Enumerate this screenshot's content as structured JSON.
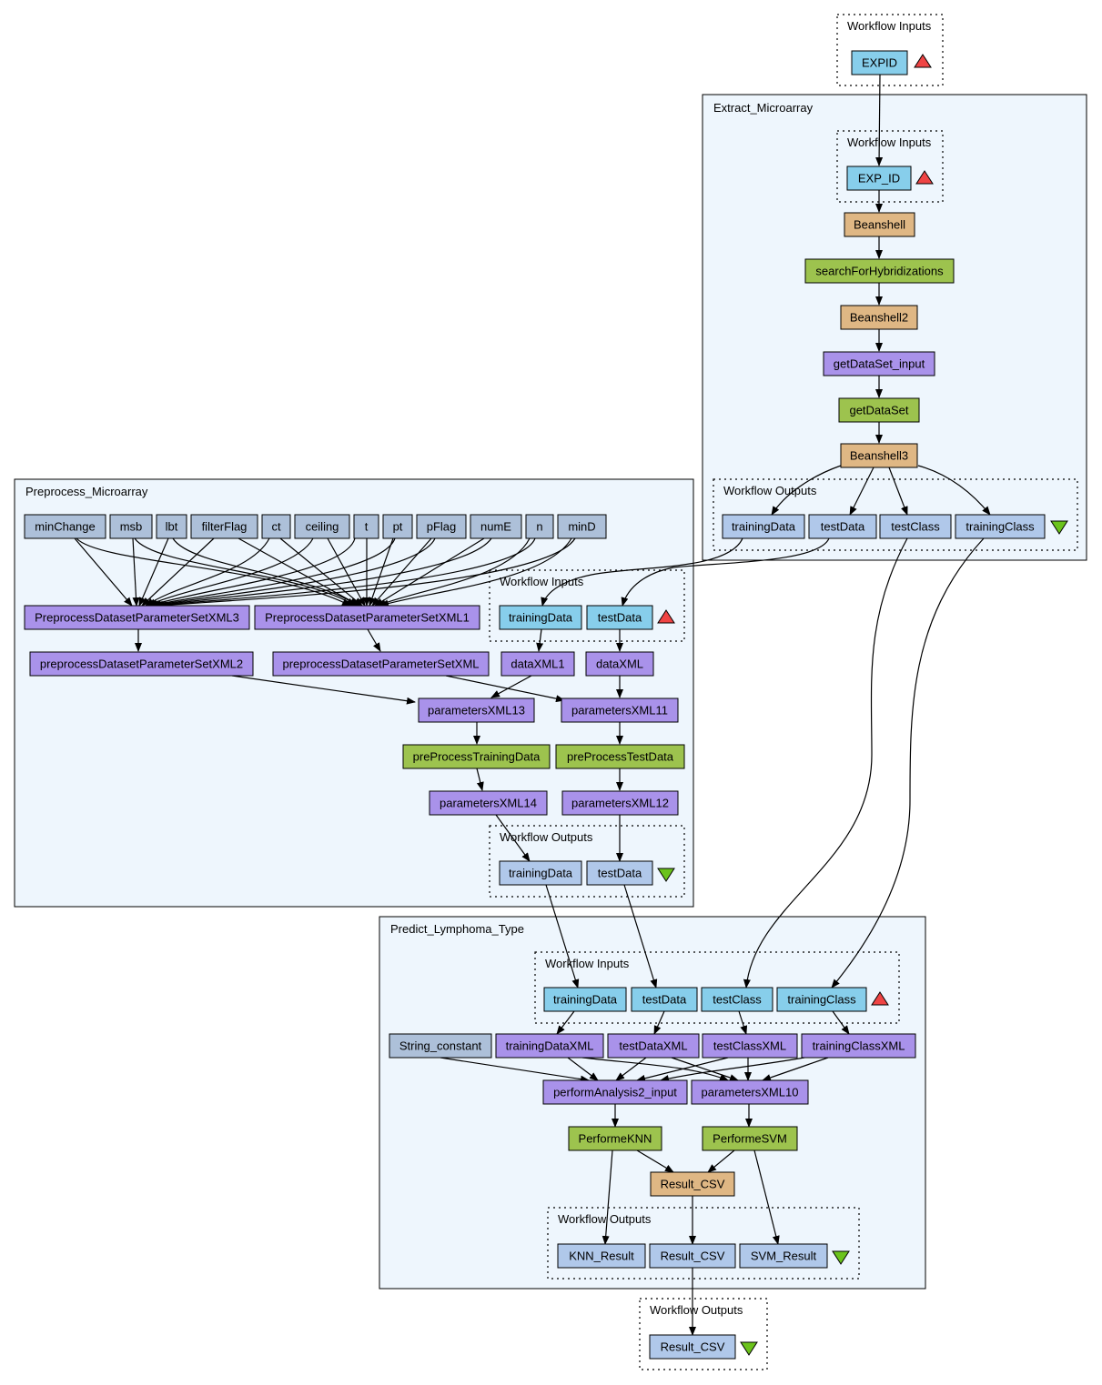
{
  "colors": {
    "input_port": "#87ceeb",
    "output_port": "#b0c8ea",
    "constant": "#adc0d9",
    "xml": "#a992ea",
    "service": "#9dc34e",
    "beanshell": "#dfb784",
    "cluster_fill": "#eef6fd",
    "input_marker": "#ef4444",
    "output_marker": "#6bc31b"
  },
  "top_inputs": {
    "title": "Workflow Inputs",
    "expid": "EXPID"
  },
  "extract": {
    "title": "Extract_Microarray",
    "inputs_title": "Workflow Inputs",
    "exp_id": "EXP_ID",
    "beanshell": "Beanshell",
    "search": "searchForHybridizations",
    "beanshell2": "Beanshell2",
    "getds_input": "getDataSet_input",
    "getds": "getDataSet",
    "beanshell3": "Beanshell3",
    "outputs_title": "Workflow Outputs",
    "out_training": "trainingData",
    "out_test": "testData",
    "out_testclass": "testClass",
    "out_trainingclass": "trainingClass"
  },
  "preprocess": {
    "title": "Preprocess_Microarray",
    "params": [
      "minChange",
      "msb",
      "lbt",
      "filterFlag",
      "ct",
      "ceiling",
      "t",
      "pt",
      "pFlag",
      "numE",
      "n",
      "minD"
    ],
    "inputs_title": "Workflow Inputs",
    "in_training": "trainingData",
    "in_test": "testData",
    "pdps3": "PreprocessDatasetParameterSetXML3",
    "pdps1": "PreprocessDatasetParameterSetXML1",
    "pdps2_lower": "preprocessDatasetParameterSetXML2",
    "pdps_lower": "preprocessDatasetParameterSetXML",
    "dataxml1": "dataXML1",
    "dataxml": "dataXML",
    "params13": "parametersXML13",
    "params11": "parametersXML11",
    "prep_train": "preProcessTrainingData",
    "prep_test": "preProcessTestData",
    "params14": "parametersXML14",
    "params12": "parametersXML12",
    "outputs_title": "Workflow Outputs",
    "out_training": "trainingData",
    "out_test": "testData"
  },
  "predict": {
    "title": "Predict_Lymphoma_Type",
    "inputs_title": "Workflow Inputs",
    "in_training": "trainingData",
    "in_test": "testData",
    "in_testclass": "testClass",
    "in_trainingclass": "trainingClass",
    "string_constant": "String_constant",
    "training_xml": "trainingDataXML",
    "test_xml": "testDataXML",
    "testclass_xml": "testClassXML",
    "trainingclass_xml": "trainingClassXML",
    "perform_input": "performAnalysis2_input",
    "params10": "parametersXML10",
    "knn": "PerformeKNN",
    "svm": "PerformeSVM",
    "result_csv": "Result_CSV",
    "outputs_title": "Workflow Outputs",
    "out_knn": "KNN_Result",
    "out_csv": "Result_CSV",
    "out_svm": "SVM_Result"
  },
  "bottom_outputs": {
    "title": "Workflow Outputs",
    "result": "Result_CSV"
  }
}
